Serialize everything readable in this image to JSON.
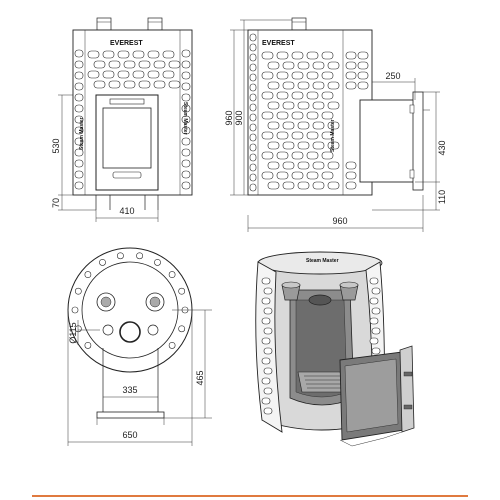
{
  "front_view": {
    "brand_label": "EVEREST",
    "side_label": "Steam Master",
    "dims": {
      "height_530": "530",
      "height_70": "70",
      "width_410": "410"
    }
  },
  "side_view": {
    "brand_label": "EVEREST",
    "side_label": "Steam Master",
    "dims": {
      "h_960": "960",
      "h_900": "900",
      "w_250": "250",
      "h_430": "430",
      "h_110": "110",
      "w_960": "960"
    }
  },
  "top_view": {
    "dims": {
      "d_115": "Ø115",
      "w_335": "335",
      "h_465": "465",
      "w_650": "650"
    }
  },
  "cutaway_view": {
    "brand_label": "Steam Master"
  },
  "colors": {
    "accent_rule": "#e07a3f",
    "line": "#222222",
    "metal_dark": "#555555",
    "metal_light": "#bdbdbd"
  }
}
